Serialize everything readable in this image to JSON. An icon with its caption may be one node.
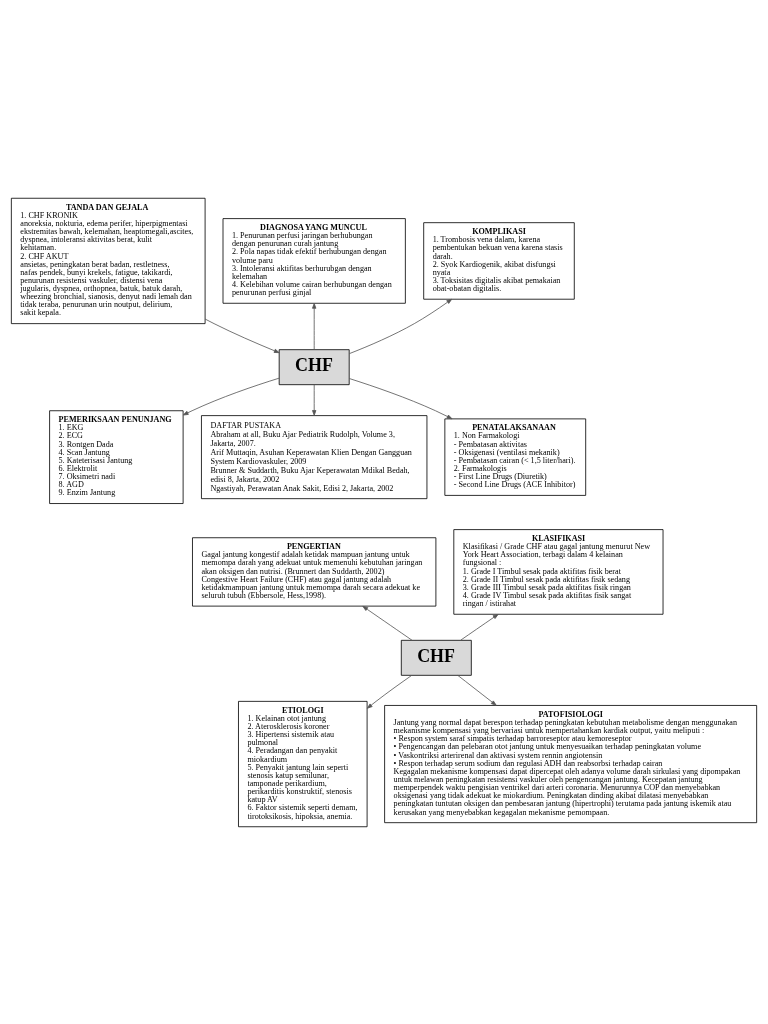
{
  "diagram": {
    "nodes": [
      {
        "text": [
          "TANDA DAN GEJALA",
          "1. CHF KRONIK",
          "anoreksia, nokturia, edema perifer, hiperpigmentasi ekstremitas bawah, kelemahan, heaptomegali,ascites, dyspnea, intoleransi aktivitas berat, kulit kehitaman.",
          "2. CHF AKUT",
          "ansietas, peningkatan berat badan, restletness, nafas pendek, bunyi krekels, fatigue, takikardi, penurunan resistensi vaskuler, distensi vena jugularis, dyspnea, orthopnea, batuk, batuk darah, wheezing bronchial, sianosis, denyut nadi lemah dan tidak teraba, penurunan urin noutput, delirium, sakit kepala."
        ]
      },
      {
        "text": [
          "DIAGNOSA YANG MUNCUL",
          "1. Penurunan perfusi jaringan berhubungan dengan penurunan curah jantung",
          "2. Pola napas tidak efektif berhubungan dengan volume paru",
          "3. Intoleransi aktifitas berhurubgan dengan kelemahan",
          "4. Kelebihan volume cairan berhubungan dengan penurunan perfusi ginjal"
        ]
      },
      {
        "text": [
          "KOMPLIKASI",
          "1. Trombosis vena dalam, karena pembentukan bekuan vena karena stasis darah.",
          "2. Syok Kardiogenik, akibat disfungsi nyata",
          "3. Toksisitas digitalis akibat pemakaian obat-obatan digitalis."
        ]
      },
      {
        "text": [
          "CHF"
        ]
      },
      {
        "text": [
          "PEMERIKSAAN PENUNJANG",
          "1. EKG",
          "2. ECG",
          "3. Rontgen Dada",
          "4. Scan Jantung",
          "5. Kateterisasi Jantung",
          "6. Elektrolit",
          "7. Oksimetri nadi",
          "8. AGD",
          "9. Enzim Jantung"
        ]
      },
      {
        "text": [
          "DAFTAR PUSTAKA",
          "Abraham at all, Buku Ajar Pediatrik Rudolph, Volume 3, Jakarta, 2007.",
          "Arif Muttaqin, Asuhan Keperawatan Klien Dengan Gangguan System Kardiovaskuler, 2009",
          "Brunner & Suddarth, Buku Ajar Keperawatan Mdikal Bedah, edisi 8, Jakarta, 2002",
          "Ngastiyah, Perawatan Anak Sakit, Edisi 2, Jakarta, 2002"
        ]
      },
      {
        "text": [
          "PENATALAKSANAAN",
          "1. Non Farmakologi",
          "- Pembatasan aktivitas",
          "- Oksigenasi (ventilasi mekanik)",
          "- Pembatasan cairan (< 1,5 liter/hari).",
          "2. Farmakologis",
          "- First Line Drugs (Diuretik)",
          "- Second Line Drugs (ACE Inhibitor)"
        ]
      },
      {
        "text": [
          "PENGERTIAN",
          "Gagal jantung kongestif adalah ketidak mampuan jantung untuk memompa darah yang adekuat untuk memenuhi kebutuhan jaringan akan oksigen dan nutrisi. (Brunnert dan Suddarth, 2002)",
          "Congestive Heart Failure (CHF) atau gagal jantung adalah ketidakmampuan jantung untuk memompa darah secara adekuat ke seluruh tubuh (Ebbersole, Hess,1998)."
        ]
      },
      {
        "text": [
          "KLASIFIKASI",
          "Klasifikasi / Grade CHF atau gagal jantung menurut New York Heart Association, terbagi dalam 4 kelainan fungsional :",
          "1. Grade I Timbul sesak pada aktifitas fisik berat",
          "2. Grade II Timbul sesak pada aktifitas fisik sedang",
          "3. Grade III Timbul sesak pada aktifitas fisik ringan",
          "4. Grade IV Timbul sesak pada aktifitas fisik sangat ringan / istirahat"
        ]
      },
      {
        "text": [
          "ETIOLOGI",
          "1. Kelainan otot jantung",
          "2. Aterosklerosis koroner",
          "3. Hipertensi sistemik atau pulmonal",
          "4. Peradangan dan penyakit miokardium",
          "5. Penyakit jantung lain seperti stenosis katup semilunar, tamponade perikardium, perikarditis konstruktif, stenosis katup AV",
          "6. Faktor sistemik seperti demam, tirotoksikosis, hipoksia, anemia."
        ]
      },
      {
        "text": [
          "CHF"
        ]
      },
      {
        "text": [
          "PATOFISIOLOGI",
          "Jantung yang normal dapat berespon terhadap peningkatan kebutuhan metabolisme dengan menggunakan mekanisme kompensasi yang bervariasi untuk mempertahankan kardiak output, yaitu meliputi :",
          "• Respon system saraf simpatis terhadap barroreseptor atau kemoreseptor",
          "• Pengencangan dan pelebaran otot jantung untuk menyesuaikan terhadap peningkatan volume",
          "• Vaskontriksi arterirenal dan aktivasi system rennin angiotensin",
          "• Respon terhadap serum sodium dan regulasi ADH dan reabsorbsi terhadap cairan",
          "Kegagalan mekanisme kompensasi dapat dipercepat oleh adanya volume darah sirkulasi yang dipompakan untuk melawan peningkatan resistensi vaskuler oleh pengencangan jantung. Kecepatan jantung memperpendek waktu pengisian ventrikel dari arteri coronaria. Menurunnya COP dan menyebabkan oksigenasi yang tidak adekuat ke miokardium. Peningkatan dinding akibat dilatasi menyebabkan peningkatan tuntutan oksigen dan pembesaran jantung (hipertrophi) terutama pada jantung iskemik atau kerusakan yang menyebabkan kegagalan mekanisme pemompaan."
        ]
      }
    ],
    "edges": [
      {
        "from": 0,
        "to": 3,
        "arrow": "to"
      },
      {
        "from": 3,
        "to": 1,
        "arrow": "to"
      },
      {
        "from": 3,
        "to": 2,
        "arrow": "to"
      },
      {
        "from": 3,
        "to": 4,
        "arrow": "to"
      },
      {
        "from": 3,
        "to": 5,
        "arrow": "to"
      },
      {
        "from": 3,
        "to": 6,
        "arrow": "to"
      },
      {
        "from": 10,
        "to": 7,
        "arrow": "to"
      },
      {
        "from": 10,
        "to": 8,
        "arrow": "to"
      },
      {
        "from": 10,
        "to": 9,
        "arrow": "to"
      },
      {
        "from": 10,
        "to": 11,
        "arrow": "to"
      }
    ]
  }
}
